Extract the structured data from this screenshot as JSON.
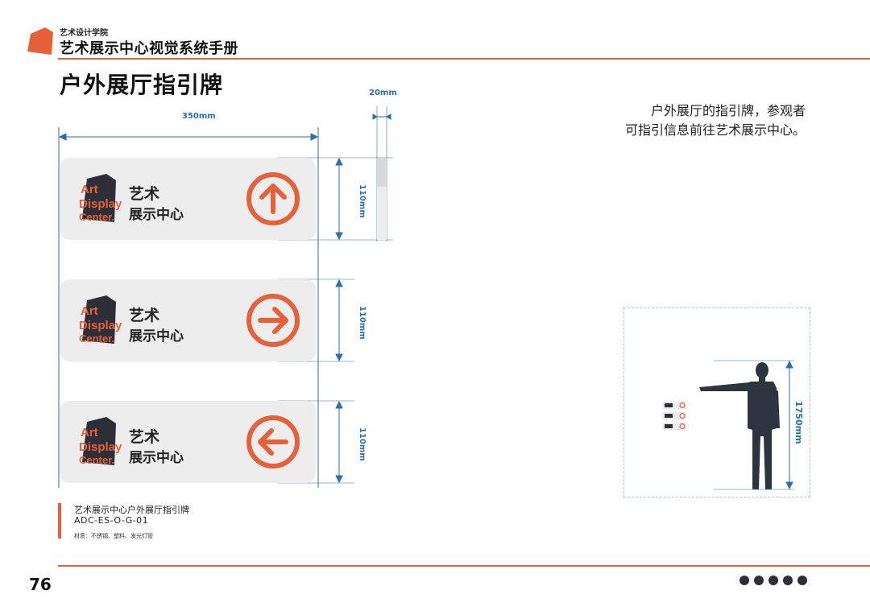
{
  "header": {
    "school": "艺术设计学院",
    "manual_title": "艺术展示中心视觉系统手册",
    "page_title": "户外展厅指引牌"
  },
  "description": [
    "户外展厅的指引牌，参观者",
    "可指引信息前往艺术展示中心。"
  ],
  "dimensions": {
    "width": "350mm",
    "thickness": "20mm",
    "sign_height": "110mm",
    "human_height": "1750mm"
  },
  "signs": [
    {
      "line1": "艺术",
      "line2": "展示中心",
      "direction": "up"
    },
    {
      "line1": "艺术",
      "line2": "展示中心",
      "direction": "right"
    },
    {
      "line1": "艺术",
      "line2": "展示中心",
      "direction": "left"
    }
  ],
  "logo_text": [
    "Art",
    "Display",
    "Center."
  ],
  "caption": {
    "name": "艺术展示中心户外展厅指引牌",
    "code": "ADC-ES-O-G-01",
    "material": "材质：不锈钢、塑料、发光灯管"
  },
  "footer": {
    "page_number": "76",
    "dot_count": 5
  },
  "colors": {
    "accent": "#e8603a",
    "dimension": "#2a6fb0",
    "panel": "#ededed",
    "figure": "#2c3440"
  }
}
